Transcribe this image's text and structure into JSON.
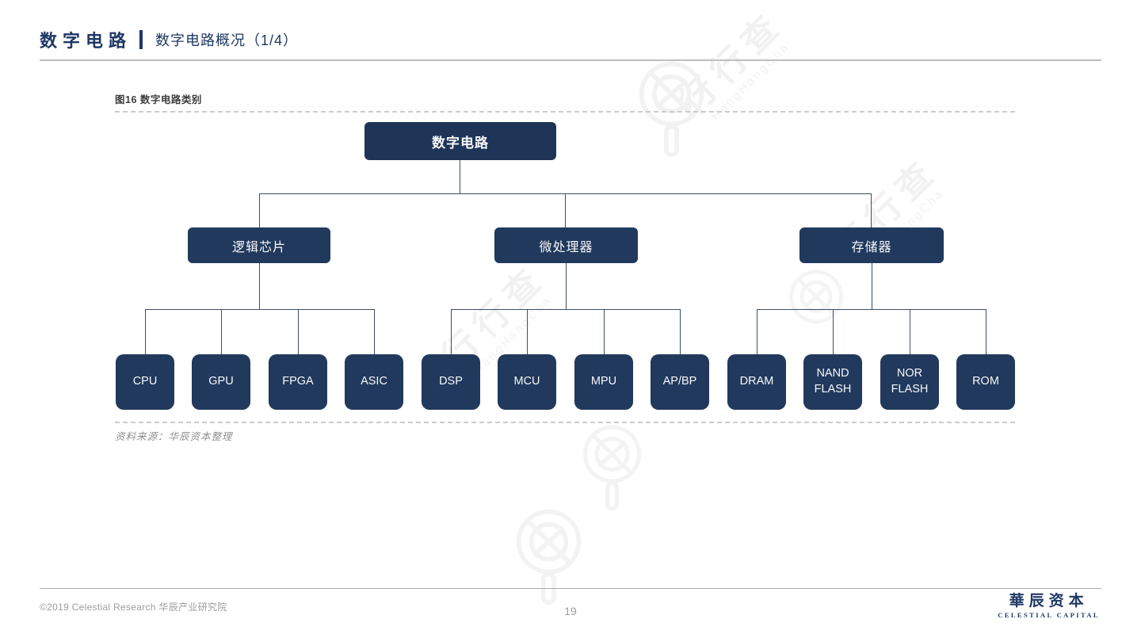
{
  "header": {
    "title": "数字电路",
    "subtitle": "数字电路概况（1/4）"
  },
  "figure": {
    "caption": "图16 数字电路类别",
    "source": "资料来源：华辰资本整理"
  },
  "tree": {
    "root": "数字电路",
    "branches": [
      {
        "label": "逻辑芯片",
        "children": [
          "CPU",
          "GPU",
          "FPGA",
          "ASIC"
        ]
      },
      {
        "label": "微处理器",
        "children": [
          "DSP",
          "MCU",
          "MPU",
          "AP/BP"
        ]
      },
      {
        "label": "存储器",
        "children": [
          "DRAM",
          "NAND FLASH",
          "NOR FLASH",
          "ROM"
        ]
      }
    ]
  },
  "footer": {
    "copyright": "©2019 Celestial Research 华辰产业研究院",
    "page_number": "19",
    "logo_cn": "華辰资本",
    "logo_en": "CELESTIAL CAPITAL"
  },
  "watermark": {
    "cn": "行行查",
    "en": "HangHangCha"
  },
  "colors": {
    "node_navy": "#21395C",
    "header_navy": "#1F3864",
    "connector": "#3C4E69"
  }
}
